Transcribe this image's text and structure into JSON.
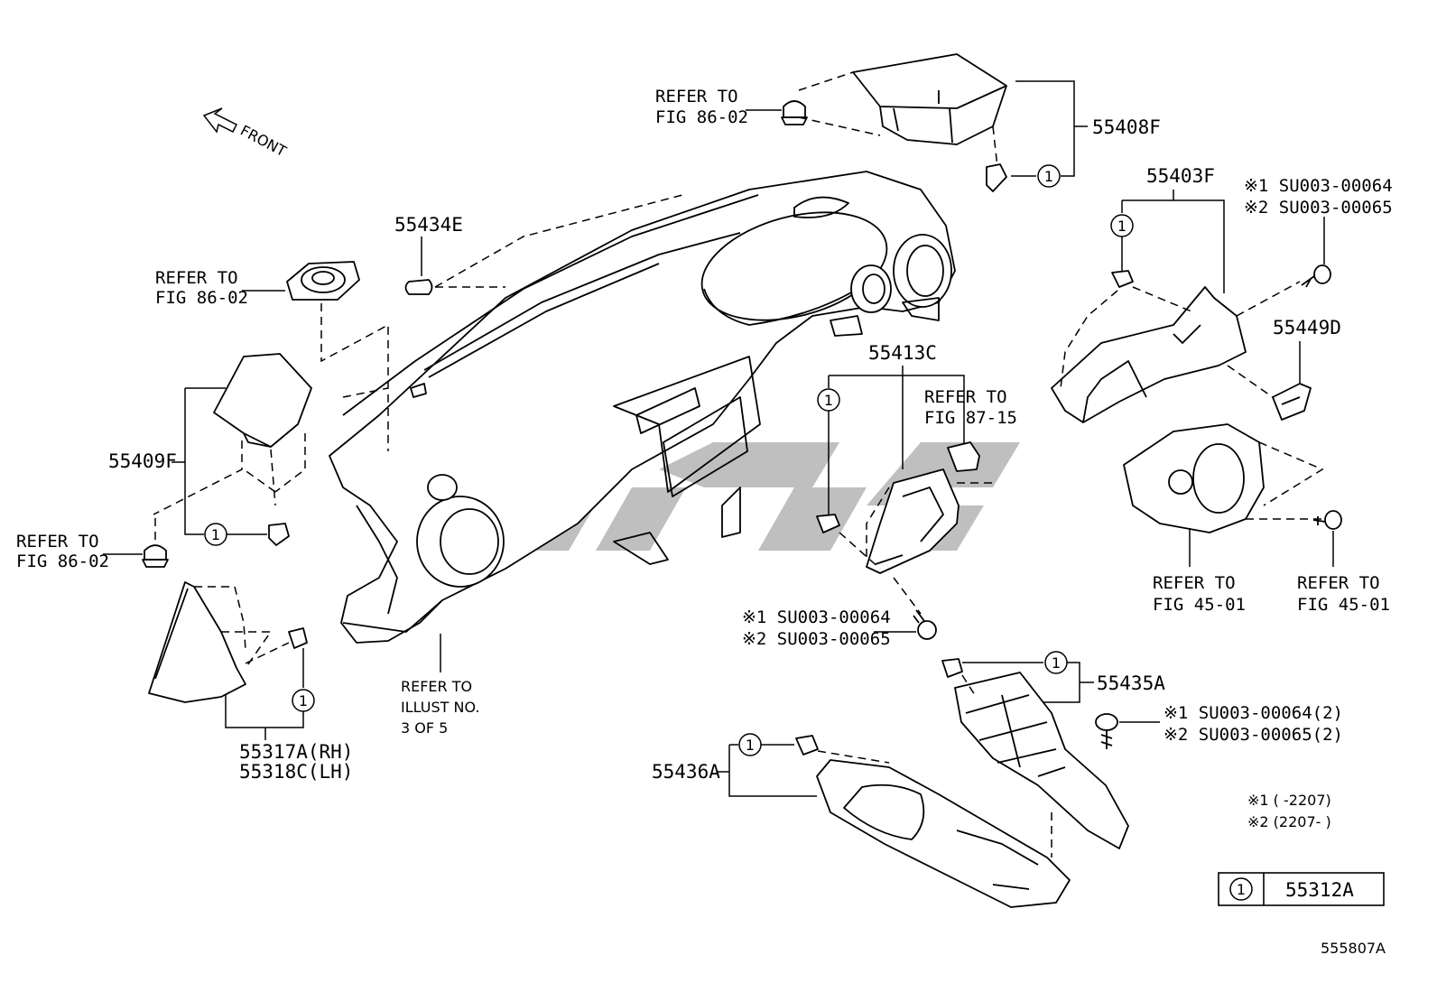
{
  "front": "FRONT",
  "refer": {
    "r1_a": "REFER TO",
    "r1_b": "FIG 86-02",
    "r2_a": "REFER TO",
    "r2_b": "FIG 86-02",
    "r3_a": "REFER TO",
    "r3_b": "FIG 86-02",
    "r4_a": "REFER TO",
    "r4_b": "FIG 87-15",
    "r5_a": "REFER TO",
    "r5_b": "FIG 45-01",
    "r6_a": "REFER TO",
    "r6_b": "FIG 45-01",
    "illust_a": "REFER TO",
    "illust_b": "ILLUST NO.",
    "illust_c": "3 OF 5"
  },
  "parts": {
    "p55408F": "55408F",
    "p55403F": "55403F",
    "p55434E": "55434E",
    "p55409F": "55409F",
    "p55413C": "55413C",
    "p55449D": "55449D",
    "p55435A": "55435A",
    "p55436A": "55436A",
    "p55317A": "55317A(RH)",
    "p55318C": "55318C(LH)"
  },
  "codes": {
    "a1": "※1 SU003-00064",
    "a2": "※2 SU003-00065",
    "b1": "※1 SU003-00064",
    "b2": "※2 SU003-00065",
    "c1": "※1 SU003-00064(2)",
    "c2": "※2 SU003-00065(2)"
  },
  "notes": {
    "n1": "※1 (       -2207)",
    "n2": "※2 (2207-       )"
  },
  "legend": {
    "marker": "1",
    "part": "55312A"
  },
  "circle_marker": "1",
  "diagram_id": "555807A"
}
